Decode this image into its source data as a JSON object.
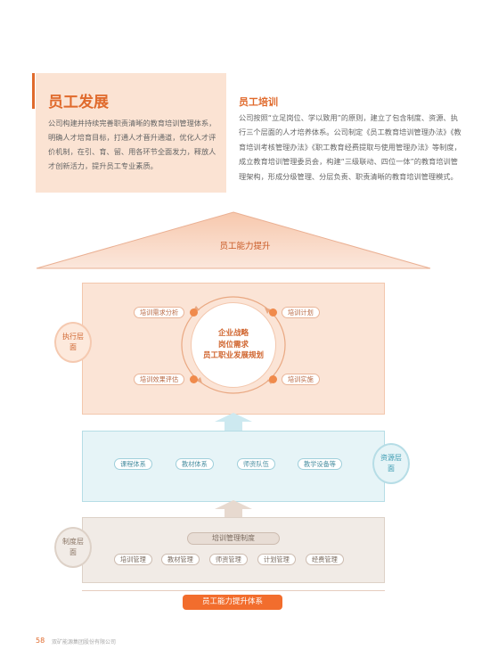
{
  "intro": {
    "title": "员工发展",
    "text": "公司构建并持续完善职责清晰的教育培训管理体系，明确人才培育目标，打通人才晋升通道，优化人才评价机制，在引、育、留、用各环节全面发力，释放人才创新活力，提升员工专业素质。"
  },
  "training": {
    "title": "员工培训",
    "text": "公司按照“立足岗位、学以致用”的原则，建立了包含制度、资源、执行三个层面的人才培养体系。公司制定《员工教育培训管理办法》《教育培训考核管理办法》《职工教育经费提取与使用管理办法》等制度，成立教育培训管理委员会，构建“三级联动、四位一体”的教育培训管理架构，形成分级管理、分层负责、职责清晰的教育培训管理模式。"
  },
  "diagram": {
    "roof_label": "员工能力提升",
    "exec": {
      "label": "执行层面",
      "center": [
        "企业战略",
        "岗位需求",
        "员工职业发展规划"
      ],
      "items": [
        "培训需求分析",
        "培训计划",
        "培训效果评估",
        "培训实施"
      ]
    },
    "resource": {
      "label": "资源层面",
      "items": [
        "课程体系",
        "教材体系",
        "师资队伍",
        "教学设备等"
      ]
    },
    "system": {
      "label": "制度层面",
      "title": "培训管理制度",
      "items": [
        "培训管理",
        "教材管理",
        "师资管理",
        "计划管理",
        "经费管理"
      ]
    },
    "base_label": "员工能力提升体系"
  },
  "footer": {
    "page_number": "58",
    "company": "双矿能源集团股份有限公司"
  },
  "colors": {
    "accent": "#e06a2c",
    "orange_bar": "#f26d2d",
    "exec_bg": "#fbe4d6",
    "resource_bg": "#e6f4f7",
    "system_bg": "#f1ebe6"
  }
}
